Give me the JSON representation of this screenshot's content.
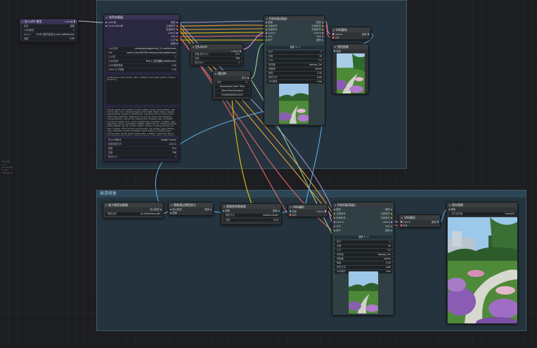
{
  "groups": {
    "upscale_title": "高清修复"
  },
  "lora_node": {
    "title": "加 LoRA 模型",
    "out_label": "LoRA堆",
    "rows": [
      {
        "label": "启用",
        "value": "启用"
      },
      {
        "label": "LoRA数量",
        "value": "1"
      },
      {
        "label": "lora_1",
        "value": "FLUX (暂不支持) (Lora).safetensors"
      },
      {
        "label": "强度",
        "value": "0.65"
      }
    ]
  },
  "efficient_loader": {
    "title": "效率加载器",
    "inputs": [
      "LoRA堆",
      "ControlNet堆"
    ],
    "outputs": [
      "模型",
      "正面条件",
      "负面条件",
      "Latent",
      "VAE",
      "CLIP",
      "依赖"
    ],
    "widgets": [
      {
        "label": "Ckpt名称",
        "value": "LandscapeJuggernaut_V1.safetensors"
      },
      {
        "label": "VAE",
        "value": "vae-ft-mse-840000-ema-pruned.safetensors"
      },
      {
        "label": "CLIP层",
        "value": "-1"
      },
      {
        "label": "LoRA名称",
        "value": "MIX_II_发光图纸.safetensors"
      },
      {
        "label": "LoRA模型强度",
        "value": "1.00"
      },
      {
        "label": "LoRA CLIP强度",
        "value": "1.00"
      }
    ],
    "positive": "masterpiece, best quality, ultra - detailed, lush green garden, flowers blooming",
    "negative": "(worst quality, low quality, normal quality, lowres, bad anatomy, bad hands, text, error, missing fingers, extra digit, fewer digits, cropped, jpeg artifacts, signature, watermark, username, blurry, artist name, (deformed, distorted, disfigured:1.3), poorly drawn, bad anatomy, wrong anatomy, extra limb, missing limb, floating limbs, (mutated hands and fingers:1.4), disconnected limbs, mutation, mutated, ugly, disgusting, blurry, amputation, NSFW, (deformed iris, deformed pupils, semi-realistic, cgi, 3d, render, sketch, cartoon, drawing, anime:1.4), text, cropped, out of frame, worst quality, low quality, jpeg artifacts, ugly, duplicate, morbid, mutilated, extra fingers, mutated hands, poorly drawn hands, poorly drawn face, mutation, deformed, blurry, dehydrated, bad anatomy, bad proportions, extra limbs, cloned face, disfigured, gross proportions, malformed limbs, missing arms, missing legs, extra arms, extra legs, fused fingers, too many fingers, long neck, username, watermark, signature",
    "bottom_widgets": [
      {
        "label": "Token规格化",
        "value": "length+mean"
      },
      {
        "label": "权重插值方式",
        "value": "A1111"
      },
      {
        "label": "宽度",
        "value": "512"
      },
      {
        "label": "高度",
        "value": "768"
      },
      {
        "label": "批次大小",
        "value": "1"
      }
    ]
  },
  "latent_node": {
    "title": "空Latent",
    "output": "Latent",
    "widgets": [
      {
        "label": "宽度/批次大小",
        "value": "512"
      },
      {
        "label": "高度",
        "value": "768"
      },
      {
        "label": "批次大小",
        "value": "1"
      }
    ]
  },
  "seed_node": {
    "title": "随机种",
    "output": "种子",
    "widgets": [
      {
        "label": "种子",
        "value": "-1"
      }
    ],
    "buttons": [
      "Randomize Each Time",
      "New Fixed Random"
    ],
    "seed_text": "514082604014512"
  },
  "ksampler1": {
    "title": "K采样器(高级)",
    "inputs": [
      "模型",
      "正面条件",
      "负面条件",
      "Latent",
      "VAE",
      "种子"
    ],
    "outputs": [
      "模型",
      "正面条件",
      "负面条件",
      "Latent",
      "VAE",
      "图像"
    ],
    "top_label": "图像 1 / 1",
    "widgets": [
      {
        "label": "种子",
        "value": "-1"
      },
      {
        "label": "步数",
        "value": "30"
      },
      {
        "label": "CFG",
        "value": "7.0"
      },
      {
        "label": "采样器",
        "value": "dpmpp_2m"
      },
      {
        "label": "调度器",
        "value": "karras"
      },
      {
        "label": "降噪",
        "value": "1.00"
      },
      {
        "label": "预览方式",
        "value": "auto"
      },
      {
        "label": "VAE解码",
        "value": "true"
      }
    ]
  },
  "vae_decode1": {
    "title": "VAE解码",
    "inputs": [
      "Latent",
      "VAE"
    ],
    "output": "图像"
  },
  "preview1": {
    "title": "预览图像",
    "input": "图像"
  },
  "upscale_loader": {
    "title": "放大模型加载器",
    "output": "放大模型",
    "widgets": [
      {
        "label": "模型名称",
        "value": "4x-UltraSharp.pth"
      }
    ]
  },
  "upscale_image": {
    "title": "图像通过模型放大",
    "inputs": [
      "放大模型",
      "图像"
    ],
    "output": "图像"
  },
  "scale_image": {
    "title": "图像按系数缩放",
    "input": "图像",
    "output": "图像",
    "widgets": [
      {
        "label": "缩放方法",
        "value": "nearest-exact"
      },
      {
        "label": "系数",
        "value": "0.50"
      }
    ]
  },
  "vae_encode": {
    "title": "VAE编码",
    "inputs": [
      "像素",
      "VAE"
    ],
    "output": "Latent"
  },
  "ksampler2": {
    "title": "K采样器(高级)",
    "inputs": [
      "模型",
      "正面条件",
      "负面条件",
      "Latent",
      "VAE",
      "种子"
    ],
    "outputs": [
      "模型",
      "正面条件",
      "负面条件",
      "Latent",
      "VAE",
      "图像"
    ],
    "top_label": "图像 1 / 1",
    "widgets": [
      {
        "label": "种子",
        "value": "-1"
      },
      {
        "label": "步数",
        "value": "20"
      },
      {
        "label": "CFG",
        "value": "7.0"
      },
      {
        "label": "采样器",
        "value": "dpmpp_2m"
      },
      {
        "label": "调度器",
        "value": "karras"
      },
      {
        "label": "降噪",
        "value": "0.50"
      },
      {
        "label": "预览方式",
        "value": "auto"
      },
      {
        "label": "VAE解码",
        "value": "true"
      }
    ]
  },
  "vae_decode2": {
    "title": "VAE解码",
    "inputs": [
      "Latent",
      "VAE"
    ],
    "output": "图像"
  },
  "save_node": {
    "title": "保存图像",
    "input": "图像",
    "widgets": [
      {
        "label": "文件名前缀",
        "value": "ComfyUI"
      }
    ]
  },
  "side_info": "T: 0.00s\nI: 0\nN: 15 [15]\nV: 34\nFPS:60.00",
  "colors": {
    "model": "#b39ddb",
    "conditioning": "#ffa931",
    "latent": "#ff9cf9",
    "vae": "#ff6e6e",
    "clip": "#ffd500",
    "image": "#64b5f6",
    "int": "#a6e3a1",
    "upscale": "#b0b0b0"
  }
}
